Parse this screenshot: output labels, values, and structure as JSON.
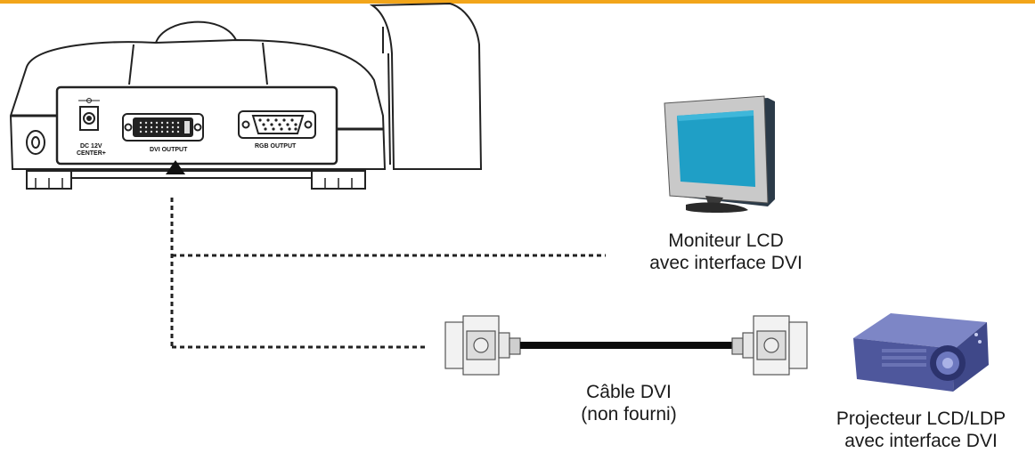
{
  "device": {
    "port_labels": {
      "dc": "DC 12V",
      "dc_sub": "CENTER+",
      "dvi": "DVI OUTPUT",
      "rgb": "RGB OUTPUT"
    }
  },
  "monitor": {
    "label_line1": "Moniteur LCD",
    "label_line2": "avec interface DVI",
    "screen_color": "#1f9fc6"
  },
  "cable": {
    "label_line1": "Câble DVI",
    "label_line2": "(non fourni)"
  },
  "projector": {
    "label_line1": "Projecteur LCD/LDP",
    "label_line2": "avec interface DVI",
    "body_color": "#5a63a8"
  },
  "accent_color": "#f2a51a"
}
